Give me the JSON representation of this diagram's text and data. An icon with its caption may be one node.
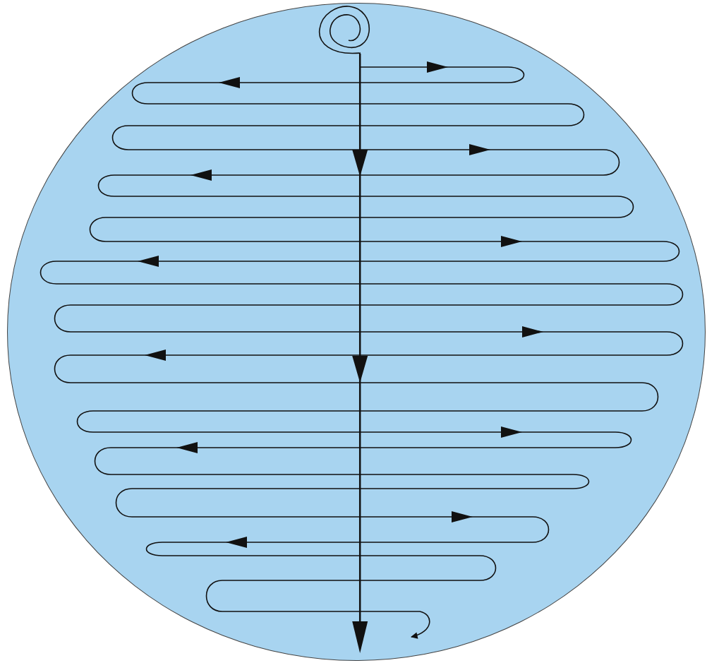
{
  "diagram": {
    "nodes": [
      {
        "text": [],
        "shape": "circle"
      },
      {
        "text": [],
        "shape": "circle",
        "in": 0
      }
    ],
    "edges": [
      {
        "from": 1,
        "to": null,
        "arrow": "to"
      },
      {
        "from": 1,
        "to": null,
        "arrow": "to"
      }
    ]
  }
}
